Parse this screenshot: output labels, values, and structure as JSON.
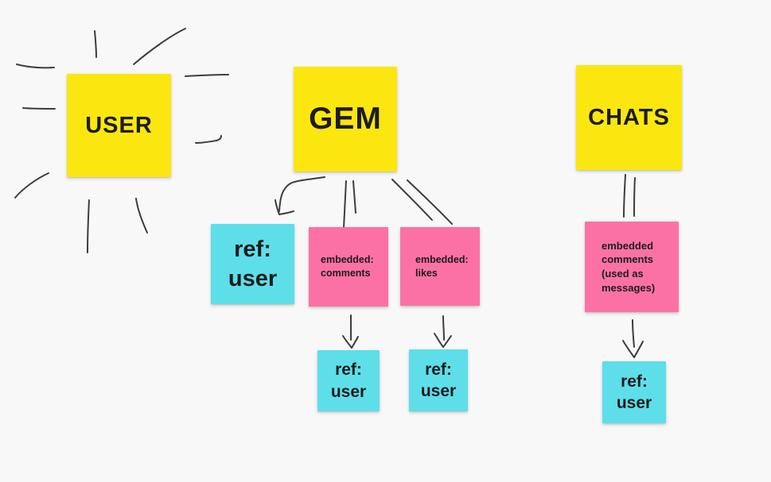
{
  "board": {
    "background": "#f8f8f8",
    "ink_color": "#3d3d3d"
  },
  "palette": {
    "yellow_note": "#fbe70f",
    "pink_note": "#fc71a5",
    "cyan_note": "#5edee9",
    "note_text": "#1c1c1c"
  },
  "notes": {
    "user": {
      "label": "USER",
      "color": "yellow"
    },
    "gem": {
      "label": "GEM",
      "color": "yellow"
    },
    "chats": {
      "label": "CHATS",
      "color": "yellow"
    },
    "ref_user_main": {
      "label": "ref:\nuser",
      "color": "cyan"
    },
    "embedded_comments": {
      "label": "embedded:\ncomments",
      "color": "pink"
    },
    "embedded_likes": {
      "label": "embedded:\nlikes",
      "color": "pink"
    },
    "embedded_chat_comments": {
      "label": "embedded\ncomments\n(used as\nmessages)",
      "color": "pink"
    },
    "ref_user_comments": {
      "label": "ref:\nuser",
      "color": "cyan"
    },
    "ref_user_likes": {
      "label": "ref:\nuser",
      "color": "cyan"
    },
    "ref_user_chats": {
      "label": "ref:\nuser",
      "color": "cyan"
    }
  },
  "drawings": [
    {
      "name": "sun-rays-around-user"
    },
    {
      "name": "arrow-gem-to-ref-user"
    },
    {
      "name": "double-line-gem-to-embedded-comments"
    },
    {
      "name": "double-line-gem-to-embedded-likes"
    },
    {
      "name": "double-line-chats-to-embedded-chat-comments"
    },
    {
      "name": "arrow-embedded-comments-to-ref-user"
    },
    {
      "name": "arrow-embedded-likes-to-ref-user"
    },
    {
      "name": "arrow-embedded-chat-comments-to-ref-user"
    }
  ]
}
